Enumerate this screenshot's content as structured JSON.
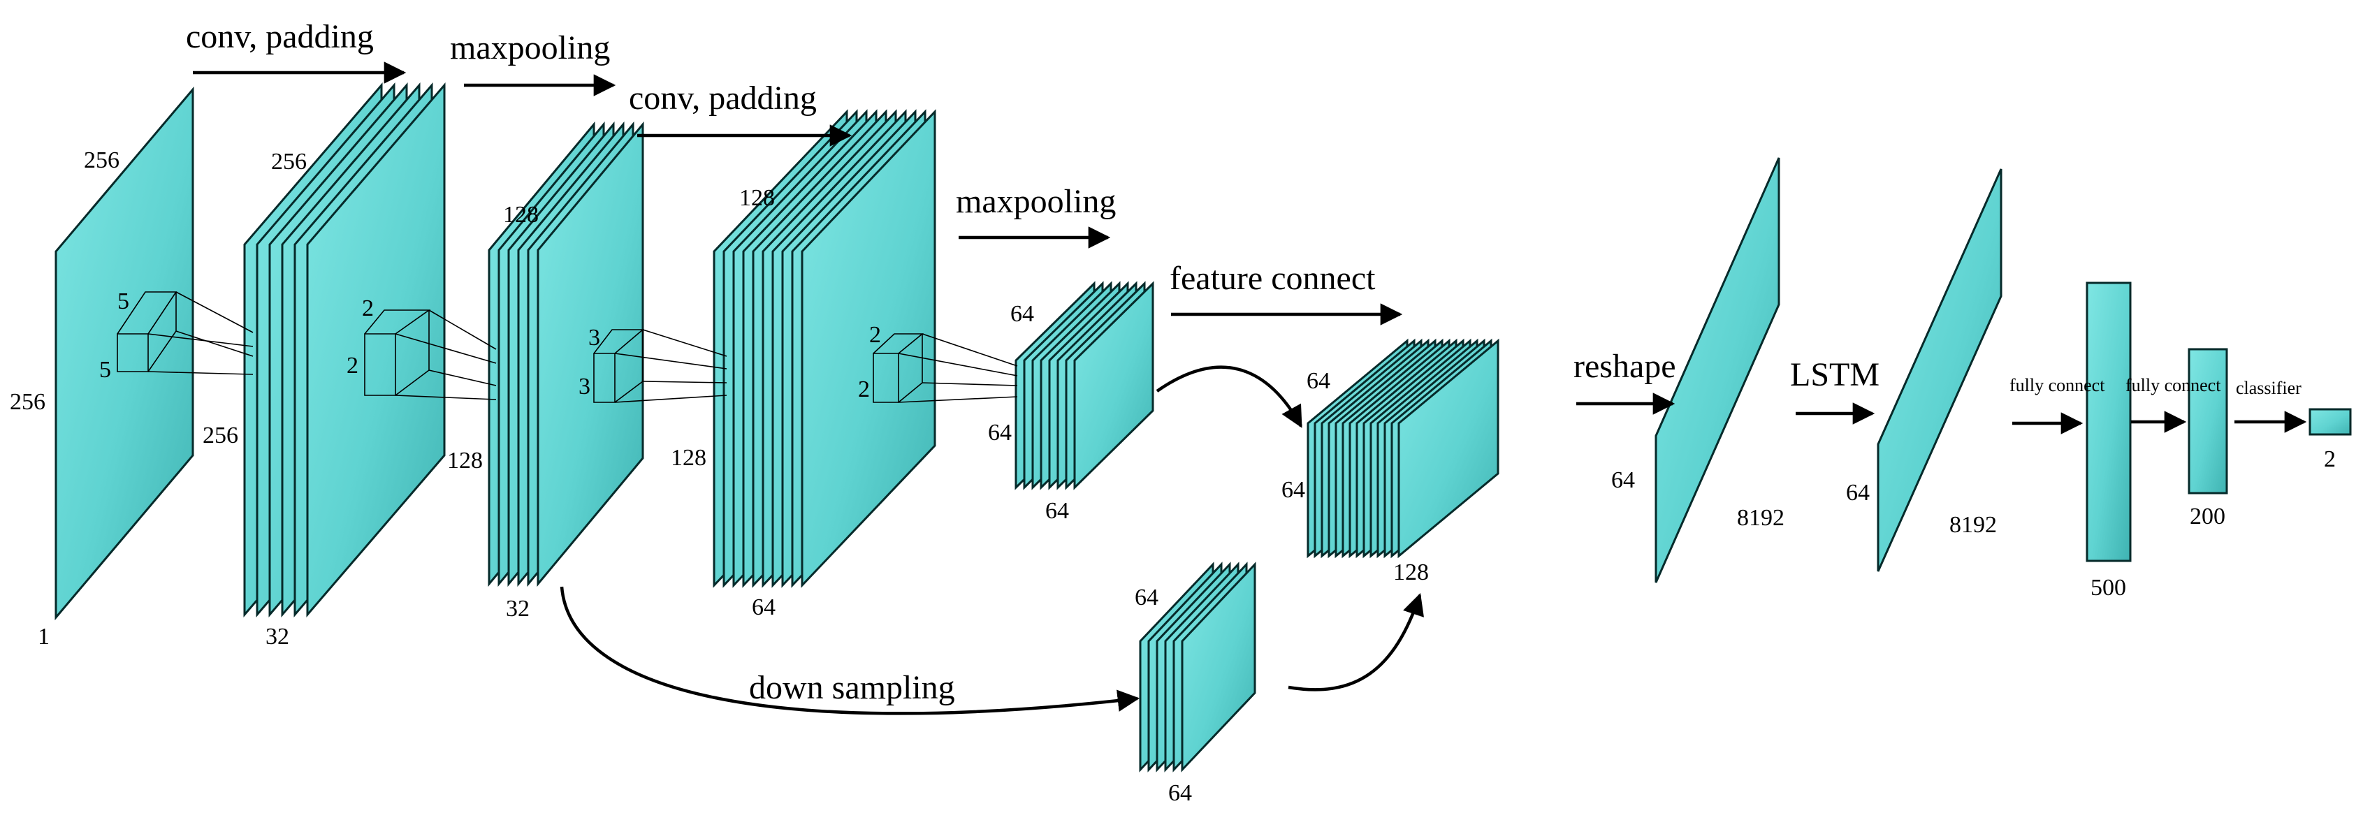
{
  "colors": {
    "layer_fill": "#5fd3d1",
    "layer_edge": "#062a2a",
    "ink": "#000000",
    "background": "#ffffff"
  },
  "operations": {
    "conv1": "conv, padding",
    "pool1": "maxpooling",
    "conv2": "conv, padding",
    "pool2": "maxpooling",
    "feature_connect": "feature connect",
    "down_sampling": "down sampling",
    "reshape": "reshape",
    "lstm": "LSTM",
    "fc1": "fully connect",
    "fc2": "fully connect",
    "classifier": "classifier"
  },
  "layers": {
    "input": {
      "height": "256",
      "width": "256",
      "depth": "1"
    },
    "conv1": {
      "height": "256",
      "width": "256",
      "depth": "32",
      "kernel": [
        "5",
        "5"
      ]
    },
    "pool1": {
      "height": "128",
      "width": "128",
      "depth": "32",
      "kernel": [
        "2",
        "2"
      ]
    },
    "conv2": {
      "height": "128",
      "width": "128",
      "depth": "64",
      "kernel": [
        "3",
        "3"
      ]
    },
    "pool2": {
      "height": "64",
      "width": "64",
      "depth": "64",
      "kernel": [
        "2",
        "2"
      ]
    },
    "down": {
      "height": "64",
      "depth": "64"
    },
    "concat": {
      "height": "64",
      "width": "64",
      "depth": "128"
    },
    "reshape": {
      "height": "64",
      "width": "8192"
    },
    "lstm": {
      "height": "64",
      "width": "8192"
    },
    "fc1": {
      "size": "500"
    },
    "fc2": {
      "size": "200"
    },
    "out": {
      "size": "2"
    }
  }
}
